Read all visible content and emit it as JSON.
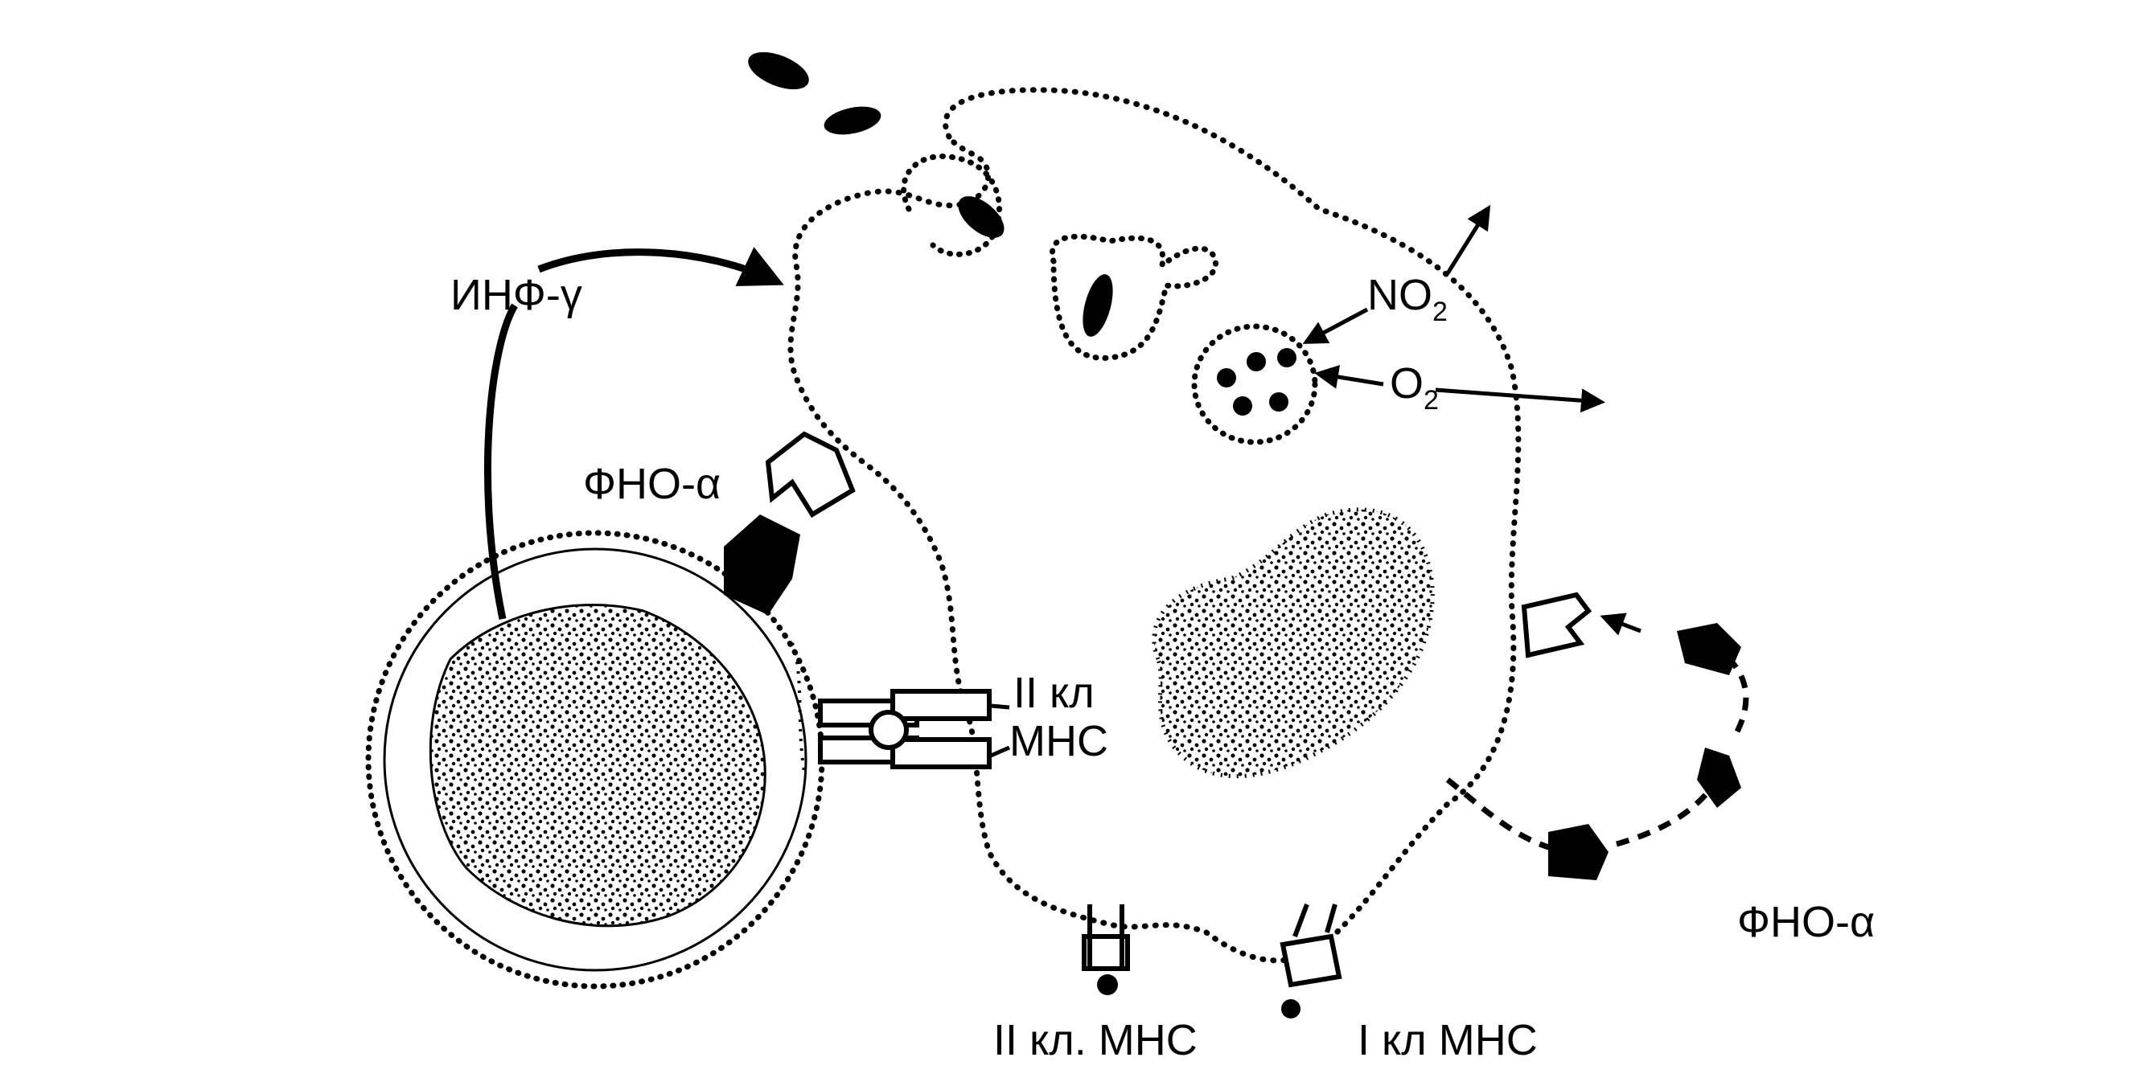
{
  "labels": {
    "inf_gamma": "ИНФ-γ",
    "tnf_alpha_top": "ФНО-α",
    "tnf_alpha_right": "ФНО-α",
    "no2_main": "NO",
    "no2_sub": "2",
    "o2_main": "O",
    "o2_sub": "2",
    "mhc2_contact_line1": "II кл",
    "mhc2_contact_line2": "МНС",
    "mhc2_bottom": "II кл. МНС",
    "mhc1_bottom": "I кл  МНС"
  },
  "colors": {
    "ink": "#000000",
    "background": "#ffffff"
  }
}
